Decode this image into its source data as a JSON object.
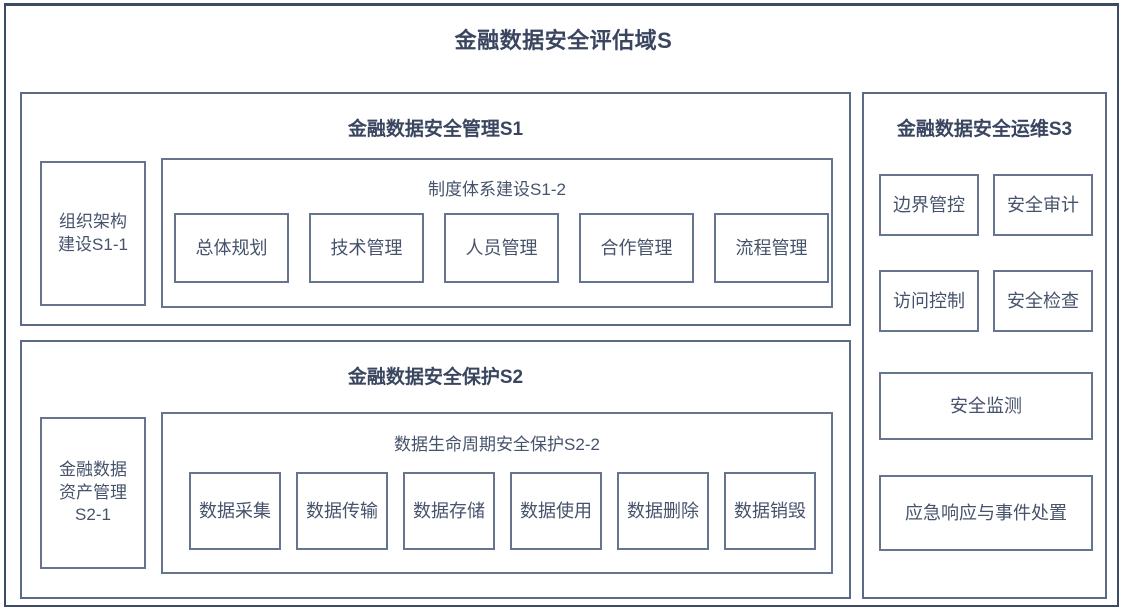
{
  "diagram": {
    "title": "金融数据安全评估域S",
    "sections": [
      {
        "id": "S1",
        "title": "金融数据安全管理S1",
        "left_box": "组织架构\n建设S1-1",
        "group": {
          "title": "制度体系建设S1-2",
          "items": [
            "总体规划",
            "技术管理",
            "人员管理",
            "合作管理",
            "流程管理"
          ]
        }
      },
      {
        "id": "S2",
        "title": "金融数据安全保护S2",
        "left_box": "金融数据\n资产管理\nS2-1",
        "group": {
          "title": "数据生命周期安全保护S2-2",
          "items": [
            "数据采集",
            "数据传输",
            "数据存储",
            "数据使用",
            "数据删除",
            "数据销毁"
          ]
        }
      },
      {
        "id": "S3",
        "title": "金融数据安全运维S3",
        "items": [
          "边界管控",
          "安全审计",
          "访问控制",
          "安全检查",
          "安全监测",
          "应急响应与事件处置"
        ]
      }
    ],
    "colors": {
      "frame_border": "#3c4a63",
      "box_border": "#5b6a86",
      "leaf_border": "#67748e",
      "title_text": "#3a4660",
      "body_text": "#46536b",
      "background": "#ffffff"
    }
  }
}
